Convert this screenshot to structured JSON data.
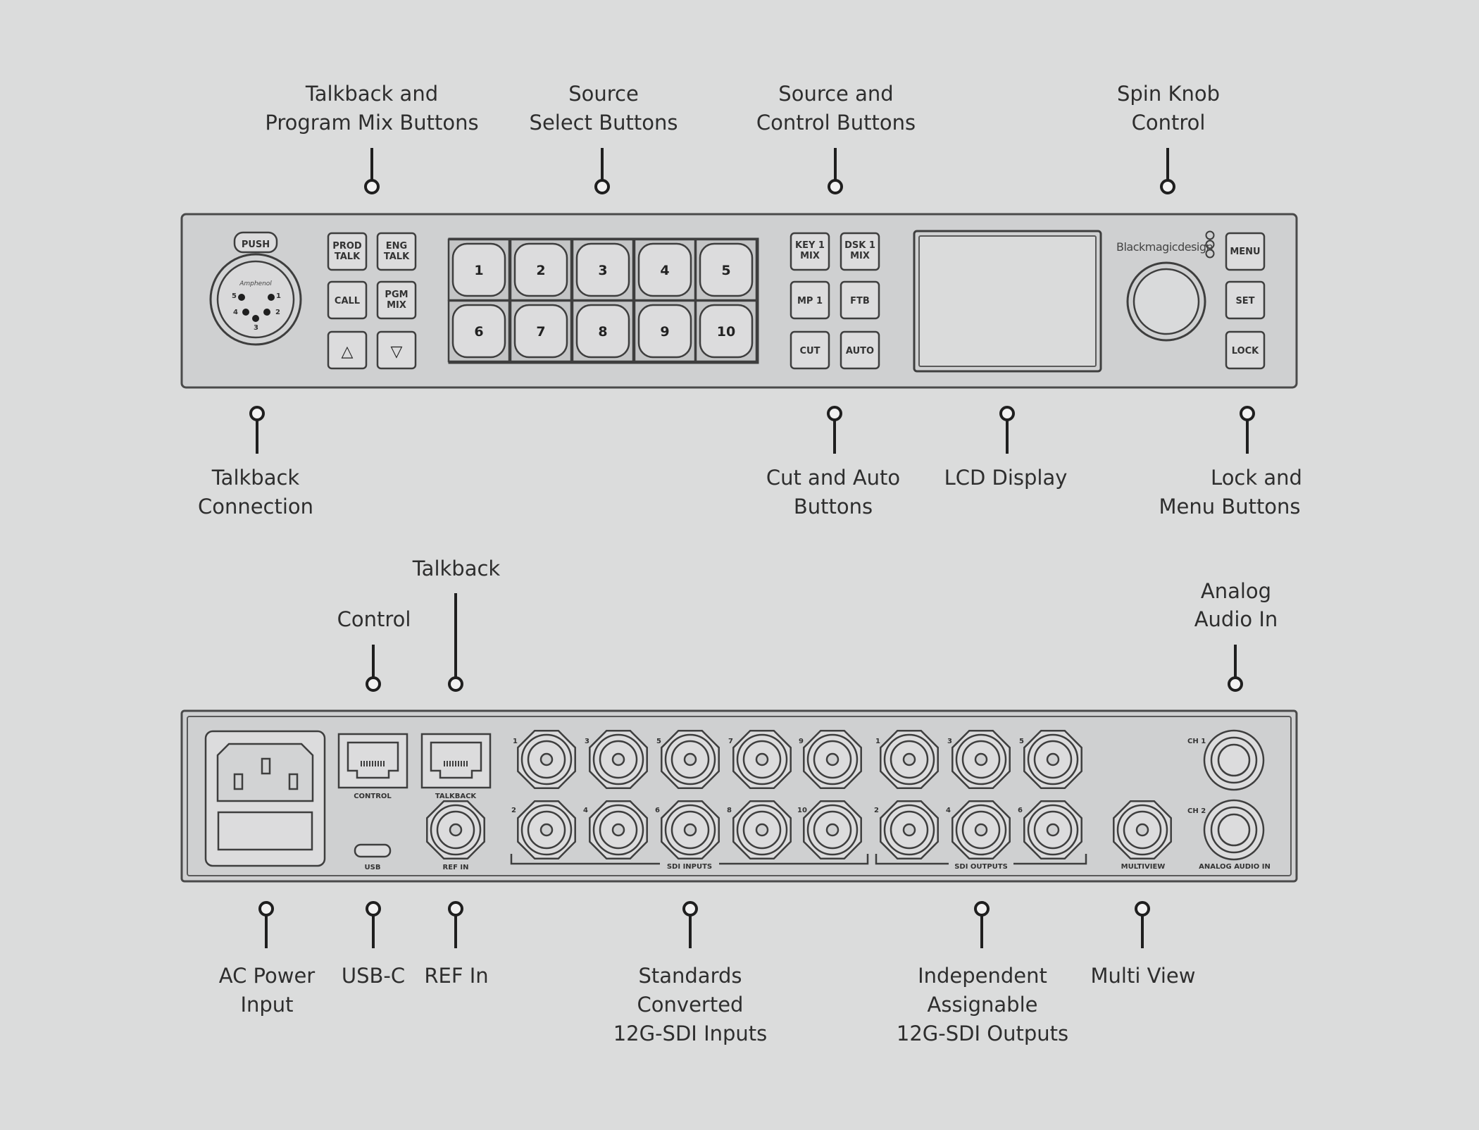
{
  "front_panel": {
    "xlr": {
      "push_label": "PUSH",
      "brand_label": "Amphenol",
      "pin_numbers": [
        "1",
        "2",
        "3",
        "4",
        "5"
      ]
    },
    "talkback_buttons": [
      {
        "line1": "PROD",
        "line2": "TALK"
      },
      {
        "line1": "ENG",
        "line2": "TALK"
      },
      {
        "line1": "CALL",
        "line2": ""
      },
      {
        "line1": "PGM",
        "line2": "MIX"
      }
    ],
    "arrow_up": "△",
    "arrow_down": "▽",
    "source_buttons": [
      "1",
      "2",
      "3",
      "4",
      "5",
      "6",
      "7",
      "8",
      "9",
      "10"
    ],
    "control_buttons": [
      {
        "line1": "KEY 1",
        "line2": "MIX"
      },
      {
        "line1": "DSK 1",
        "line2": "MIX"
      },
      {
        "line1": "MP 1",
        "line2": ""
      },
      {
        "line1": "FTB",
        "line2": ""
      },
      {
        "line1": "CUT",
        "line2": ""
      },
      {
        "line1": "AUTO",
        "line2": ""
      }
    ],
    "brand": "Blackmagicdesign",
    "menu_buttons": [
      "MENU",
      "SET",
      "LOCK"
    ]
  },
  "rear_panel": {
    "control_port_label": "CONTROL",
    "talkback_port_label": "TALKBACK",
    "usb_label": "USB",
    "ref_in_label": "REF IN",
    "sdi_inputs_label": "SDI INPUTS",
    "sdi_outputs_label": "SDI OUTPUTS",
    "multiview_label": "MULTIVIEW",
    "analog_audio_label": "ANALOG AUDIO IN",
    "ch1_label": "CH 1",
    "ch2_label": "CH 2",
    "input_numbers_top": [
      "1",
      "3",
      "5",
      "7",
      "9"
    ],
    "input_numbers_bottom": [
      "2",
      "4",
      "6",
      "8",
      "10"
    ],
    "output_numbers_top": [
      "1",
      "3",
      "5"
    ],
    "output_numbers_bottom": [
      "2",
      "4",
      "6"
    ]
  },
  "callouts": {
    "front_top": [
      {
        "line1": "Talkback and",
        "line2": "Program Mix Buttons"
      },
      {
        "line1": "Source",
        "line2": "Select Buttons"
      },
      {
        "line1": "Source and",
        "line2": "Control  Buttons"
      },
      {
        "line1": "Spin Knob",
        "line2": "Control"
      }
    ],
    "front_bottom": [
      {
        "line1": "Talkback",
        "line2": "Connection"
      },
      {
        "line1": "Cut and Auto",
        "line2": "Buttons"
      },
      {
        "line1": "LCD Display",
        "line2": ""
      },
      {
        "line1": "Lock and",
        "line2": "Menu Buttons"
      }
    ],
    "rear_top": [
      {
        "line1": "Control",
        "line2": ""
      },
      {
        "line1": "Talkback",
        "line2": ""
      },
      {
        "line1": "Analog",
        "line2": "Audio In"
      }
    ],
    "rear_bottom": [
      {
        "line1": "AC Power",
        "line2": "Input",
        "line3": ""
      },
      {
        "line1": "USB-C",
        "line2": "",
        "line3": ""
      },
      {
        "line1": "REF In",
        "line2": "",
        "line3": ""
      },
      {
        "line1": "Standards",
        "line2": "Converted",
        "line3": "12G-SDI Inputs"
      },
      {
        "line1": "Independent",
        "line2": "Assignable",
        "line3": "12G-SDI Outputs"
      },
      {
        "line1": "Multi View",
        "line2": "",
        "line3": ""
      }
    ]
  }
}
